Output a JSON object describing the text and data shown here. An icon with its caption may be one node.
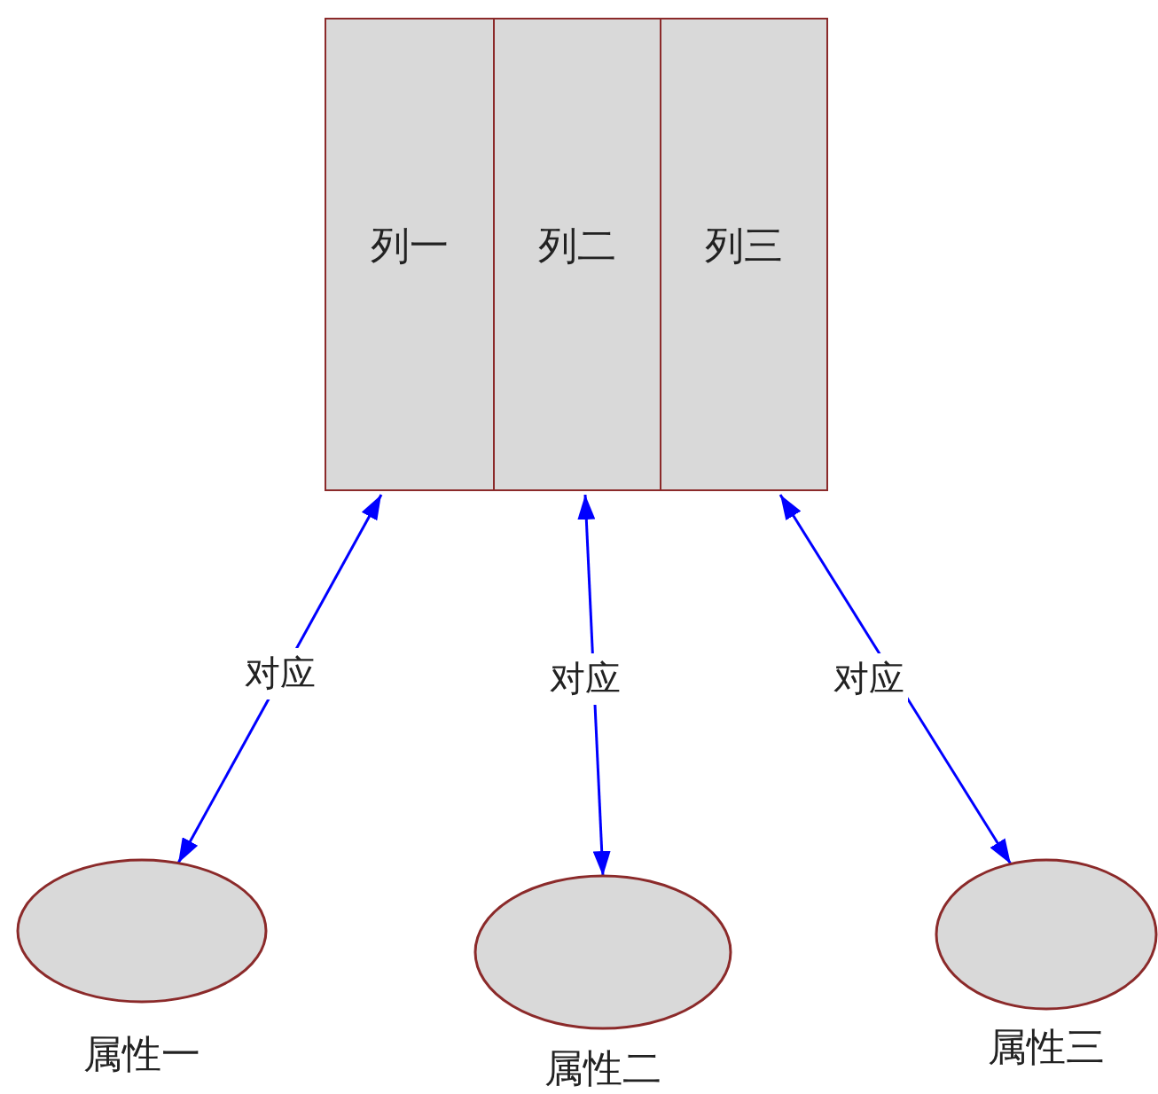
{
  "diagram": {
    "nodes": [
      {
        "text": [
          "列一"
        ]
      },
      {
        "text": [
          "列二"
        ]
      },
      {
        "text": [
          "列三"
        ]
      },
      {
        "text": [
          "属性一"
        ]
      },
      {
        "text": [
          "属性二"
        ]
      },
      {
        "text": [
          "属性三"
        ]
      }
    ],
    "edges": [
      {
        "from": 0,
        "to": 3,
        "arrow": "both",
        "label": "对应"
      },
      {
        "from": 1,
        "to": 4,
        "arrow": "both",
        "label": "对应"
      },
      {
        "from": 2,
        "to": 5,
        "arrow": "both",
        "label": "对应"
      }
    ]
  }
}
